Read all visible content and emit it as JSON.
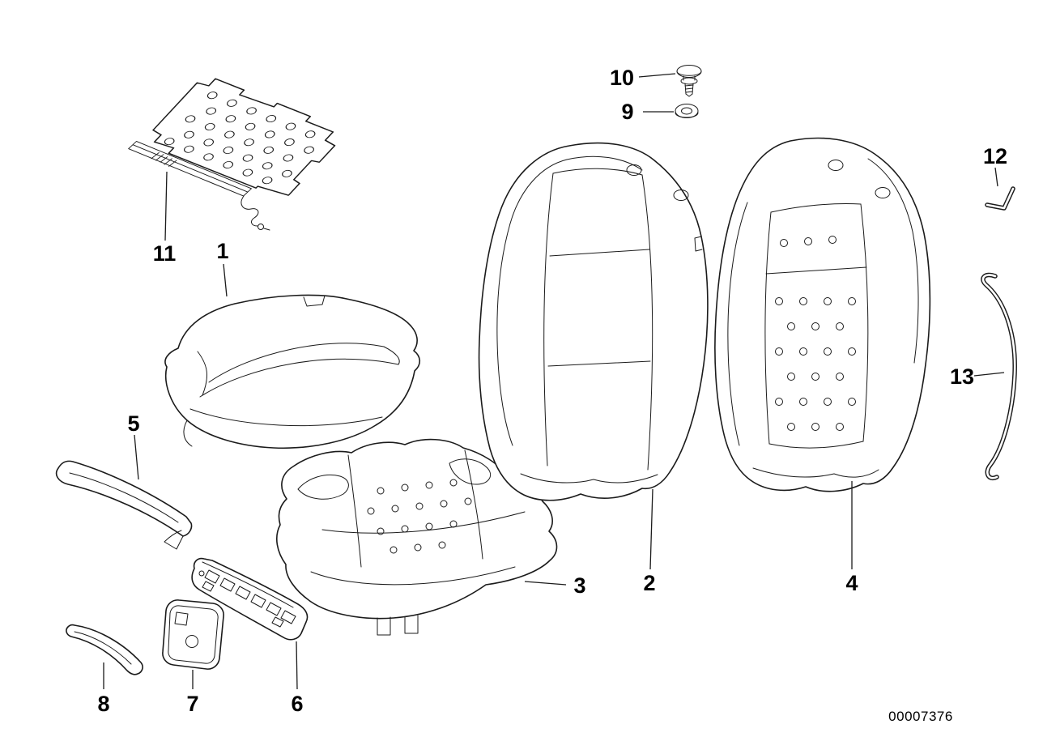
{
  "diagram": {
    "drawing_number": "00007376",
    "colors": {
      "background": "#ffffff",
      "line": "#000000"
    },
    "callouts": [
      {
        "id": "1"
      },
      {
        "id": "2"
      },
      {
        "id": "3"
      },
      {
        "id": "4"
      },
      {
        "id": "5"
      },
      {
        "id": "6"
      },
      {
        "id": "7"
      },
      {
        "id": "8"
      },
      {
        "id": "9"
      },
      {
        "id": "10"
      },
      {
        "id": "11"
      },
      {
        "id": "12"
      },
      {
        "id": "13"
      }
    ]
  }
}
